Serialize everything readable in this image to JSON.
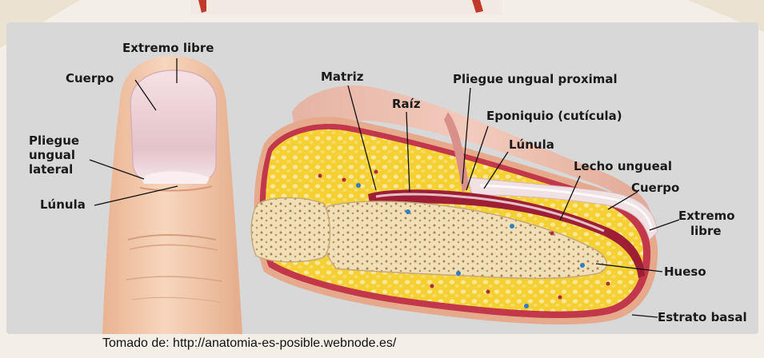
{
  "labels": {
    "extremo_libre_left": "Extremo libre",
    "cuerpo_left": "Cuerpo",
    "pliegue_lateral": [
      "Pliegue",
      "ungual",
      "lateral"
    ],
    "lunula_left": "Lúnula",
    "matriz": "Matriz",
    "raiz": "Raíz",
    "pliegue_proximal": "Pliegue ungual proximal",
    "eponiquio": "Eponiquio (cutícula)",
    "lunula_right": "Lúnula",
    "lecho": "Lecho ungueal",
    "cuerpo_right": "Cuerpo",
    "extremo_libre_right": [
      "Extremo",
      "libre"
    ],
    "hueso": "Hueso",
    "estrato": "Estrato basal"
  },
  "credit": "Tomado de: http://anatomia-es-posible.webnode.es/",
  "colors": {
    "panel": "#d8d8d8",
    "skin": "#f2c7a6",
    "nail": "#ead0d6",
    "fat": "#f4d033",
    "bone": "#f1dfb8",
    "dermis_red": "#c2374a",
    "banner": "#c0392b"
  }
}
